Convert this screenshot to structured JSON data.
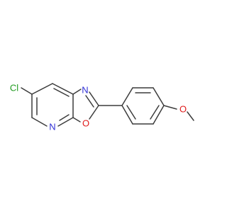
{
  "atoms": {
    "cl": {
      "label": "Cl"
    },
    "n_oxazole": {
      "label": "N"
    },
    "o_oxazole": {
      "label": "O"
    },
    "n_pyridine": {
      "label": "N"
    },
    "o_methoxy": {
      "label": "O"
    }
  },
  "colors": {
    "bond": "#3c3c3c",
    "chlorine": "#1f9b1f",
    "nitrogen": "#2f2fd6",
    "oxygen": "#e01b1b"
  }
}
